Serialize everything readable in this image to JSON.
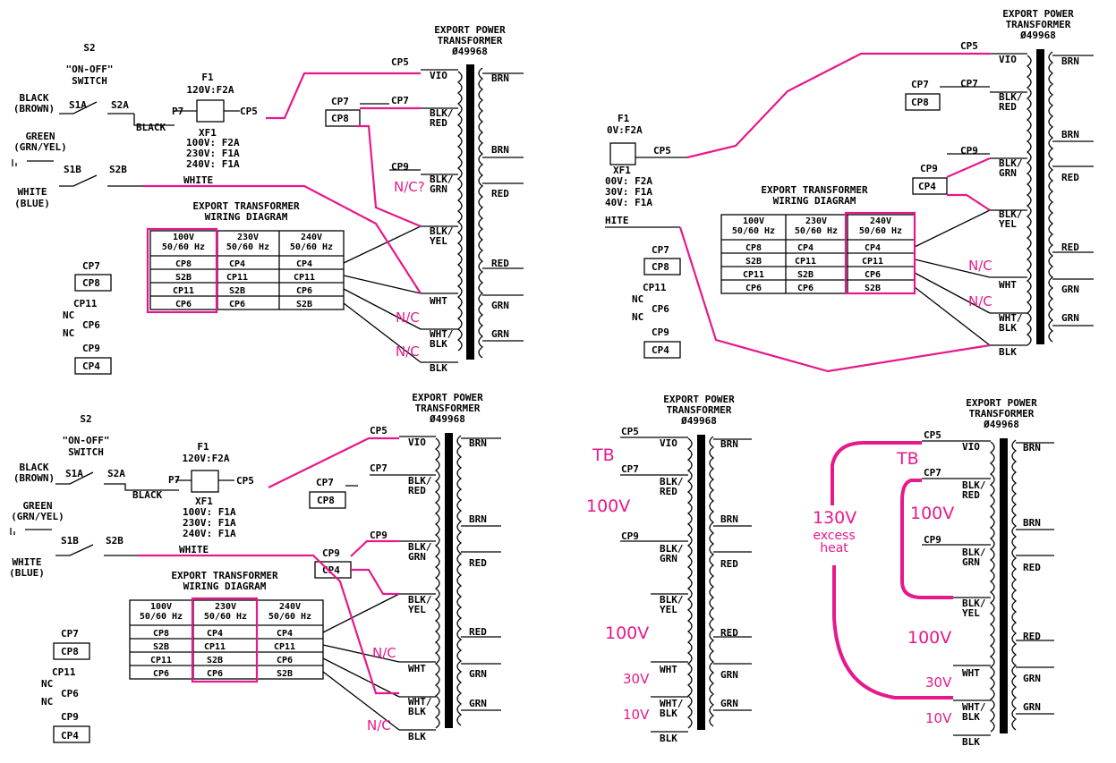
{
  "colors": {
    "ink": "#000000",
    "annotation": "#e6198c",
    "background": "#ffffff"
  },
  "common": {
    "title1": "EXPORT POWER",
    "title2": "TRANSFORMER",
    "part": "Ø49968",
    "primary_taps": [
      "VIO",
      "BLK/",
      "RED",
      "BLK/",
      "GRN",
      "BLK/",
      "YEL",
      "WHT",
      "WHT/",
      "BLK",
      "BLK"
    ],
    "secondary": [
      "BRN",
      "BRN",
      "RED",
      "RED",
      "GRN",
      "GRN"
    ],
    "switch_title1": "S2",
    "switch_title2": "\"ON-OFF\"",
    "switch_title3": "SWITCH",
    "s1a": "S1A",
    "s2a": "S2A",
    "s1b": "S1B",
    "s2b": "S2B",
    "black": "BLACK",
    "brown": "(BROWN)",
    "green": "GREEN",
    "grnyel": "(GRN/YEL)",
    "white_in": "WHITE",
    "blue": "(BLUE)",
    "black_wire": "BLACK",
    "white_wire": "WHITE",
    "p7": "P7",
    "xf1": "XF1",
    "cp5": "CP5",
    "cp7": "CP7",
    "cp8": "CP8",
    "cp9": "CP9",
    "cp4": "CP4",
    "cp11": "CP11",
    "cp6": "CP6",
    "nc": "NC",
    "wd1": "EXPORT TRANSFORMER",
    "wd2": "WIRING DIAGRAM"
  },
  "panel1": {
    "f1": "F1",
    "fuse": "120V:F2A",
    "fuse_alt": [
      "100V: F2A",
      "230V: F1A",
      "240V: F1A"
    ],
    "ann_nc_q": "N/C?",
    "ann_nc1": "N/C",
    "ann_nc2": "N/C"
  },
  "panel2": {
    "f1": "F1",
    "fuse": "0V:F2A",
    "fuse_alt": [
      "00V: F2A",
      "30V: F1A",
      "40V: F1A"
    ],
    "white_cut": "HITE",
    "ann_nc1": "N/C",
    "ann_nc2": "N/C"
  },
  "panel3": {
    "f1": "F1",
    "fuse": "120V:F2A",
    "fuse_alt": [
      "100V: F1A",
      "230V: F1A",
      "240V: F1A"
    ],
    "ann_nc1": "N/C",
    "ann_nc2": "N/C"
  },
  "panel4": {
    "ann_tb": "TB",
    "ann_100a": "100V",
    "ann_100b": "100V",
    "ann_30": "30V",
    "ann_10": "10V"
  },
  "panel5": {
    "ann_tb": "TB",
    "ann_130": "130V",
    "ann_excess1": "excess",
    "ann_excess2": "heat",
    "ann_100a": "100V",
    "ann_100b": "100V",
    "ann_30": "30V",
    "ann_10": "10V"
  },
  "wiring_table": {
    "headers": [
      [
        "100V",
        "50/60 Hz"
      ],
      [
        "230V",
        "50/60 Hz"
      ],
      [
        "240V",
        "50/60 Hz"
      ]
    ],
    "rows": [
      [
        "CP8",
        "CP4",
        "CP4"
      ],
      [
        "S2B",
        "CP11",
        "CP11"
      ],
      [
        "CP11",
        "S2B",
        "CP6"
      ],
      [
        "CP6",
        "CP6",
        "S2B"
      ]
    ]
  }
}
